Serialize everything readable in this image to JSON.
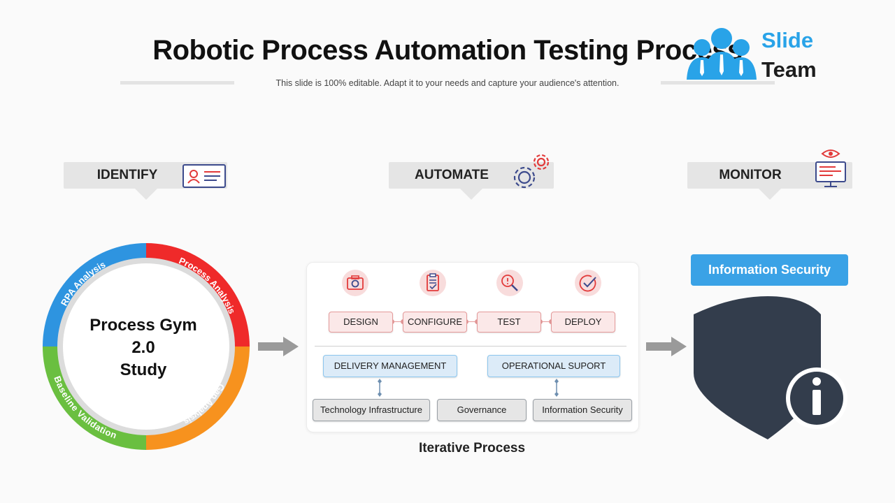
{
  "header": {
    "title": "Robotic Process Automation Testing Process",
    "subtitle": "This slide is 100% editable. Adapt it to your needs and capture your audience's attention."
  },
  "logo": {
    "line1": "Slide",
    "line2": "Team"
  },
  "stages": [
    {
      "label": "IDENTIFY",
      "icon": "id-card-icon"
    },
    {
      "label": "AUTOMATE",
      "icon": "gears-icon"
    },
    {
      "label": "MONITOR",
      "icon": "monitor-eye-icon"
    }
  ],
  "ring": {
    "center_lines": [
      "Process Gym",
      "2.0",
      "Study"
    ],
    "segments": [
      {
        "label": "Process Analysis",
        "color": "#ef2a2a"
      },
      {
        "label": "Gap Analysis",
        "color": "#f7921e"
      },
      {
        "label": "Baseline Validation",
        "color": "#6abf40"
      },
      {
        "label": "RPA Analysis",
        "color": "#2e94e0"
      }
    ]
  },
  "iterative": {
    "steps": [
      {
        "label": "DESIGN",
        "icon": "camera-icon"
      },
      {
        "label": "CONFIGURE",
        "icon": "clipboard-icon"
      },
      {
        "label": "TEST",
        "icon": "magnifier-icon"
      },
      {
        "label": "DEPLOY",
        "icon": "check-circle-icon"
      }
    ],
    "management": [
      "DELIVERY MANAGEMENT",
      "OPERATIONAL SUPORT"
    ],
    "areas": [
      "Technology Infrastructure",
      "Governance",
      "Information Security"
    ],
    "caption": "Iterative Process"
  },
  "monitor_panel": {
    "button": "Information Security",
    "icon": "shield-info-icon"
  },
  "colors": {
    "accent_blue": "#3aa2e6",
    "shield": "#333d4c",
    "pill_red": "#e59a9a",
    "pill_blue": "#8cc6ee"
  }
}
